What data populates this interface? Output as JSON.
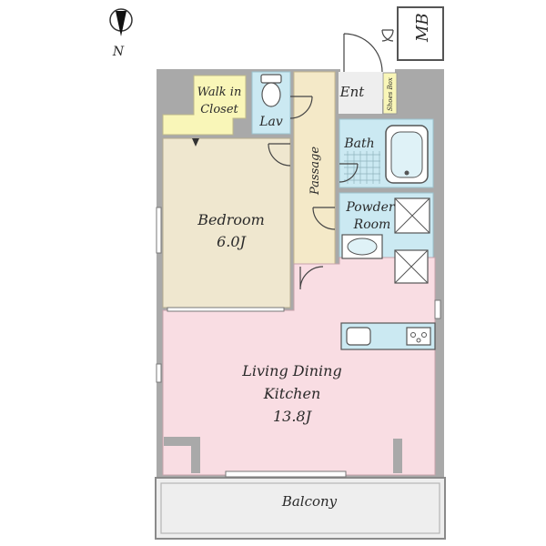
{
  "compass": {
    "label": "N"
  },
  "meter_box": {
    "label": "MB"
  },
  "rooms": {
    "walk_in_closet": {
      "line1": "Walk in",
      "line2": "Closet"
    },
    "lav": {
      "label": "Lav"
    },
    "entrance": {
      "label": "Ent"
    },
    "shoes_box": {
      "label": "Shoes Box"
    },
    "passage": {
      "label": "Passage"
    },
    "bath": {
      "label": "Bath"
    },
    "bedroom": {
      "name": "Bedroom",
      "size": "6.0J"
    },
    "powder_room": {
      "line1": "Powder",
      "line2": "Room"
    },
    "ldk": {
      "line1": "Living Dining",
      "line2": "Kitchen",
      "size": "13.8J"
    },
    "balcony": {
      "label": "Balcony"
    }
  },
  "colors": {
    "wall": "#a9a9a9",
    "ldk": "#f9dde3",
    "bedroom": "#efe7cf",
    "passage": "#f4e9c8",
    "closet": "#f9f6b8",
    "wet": "#cbe9f2",
    "balcony": "#eeeeee"
  }
}
